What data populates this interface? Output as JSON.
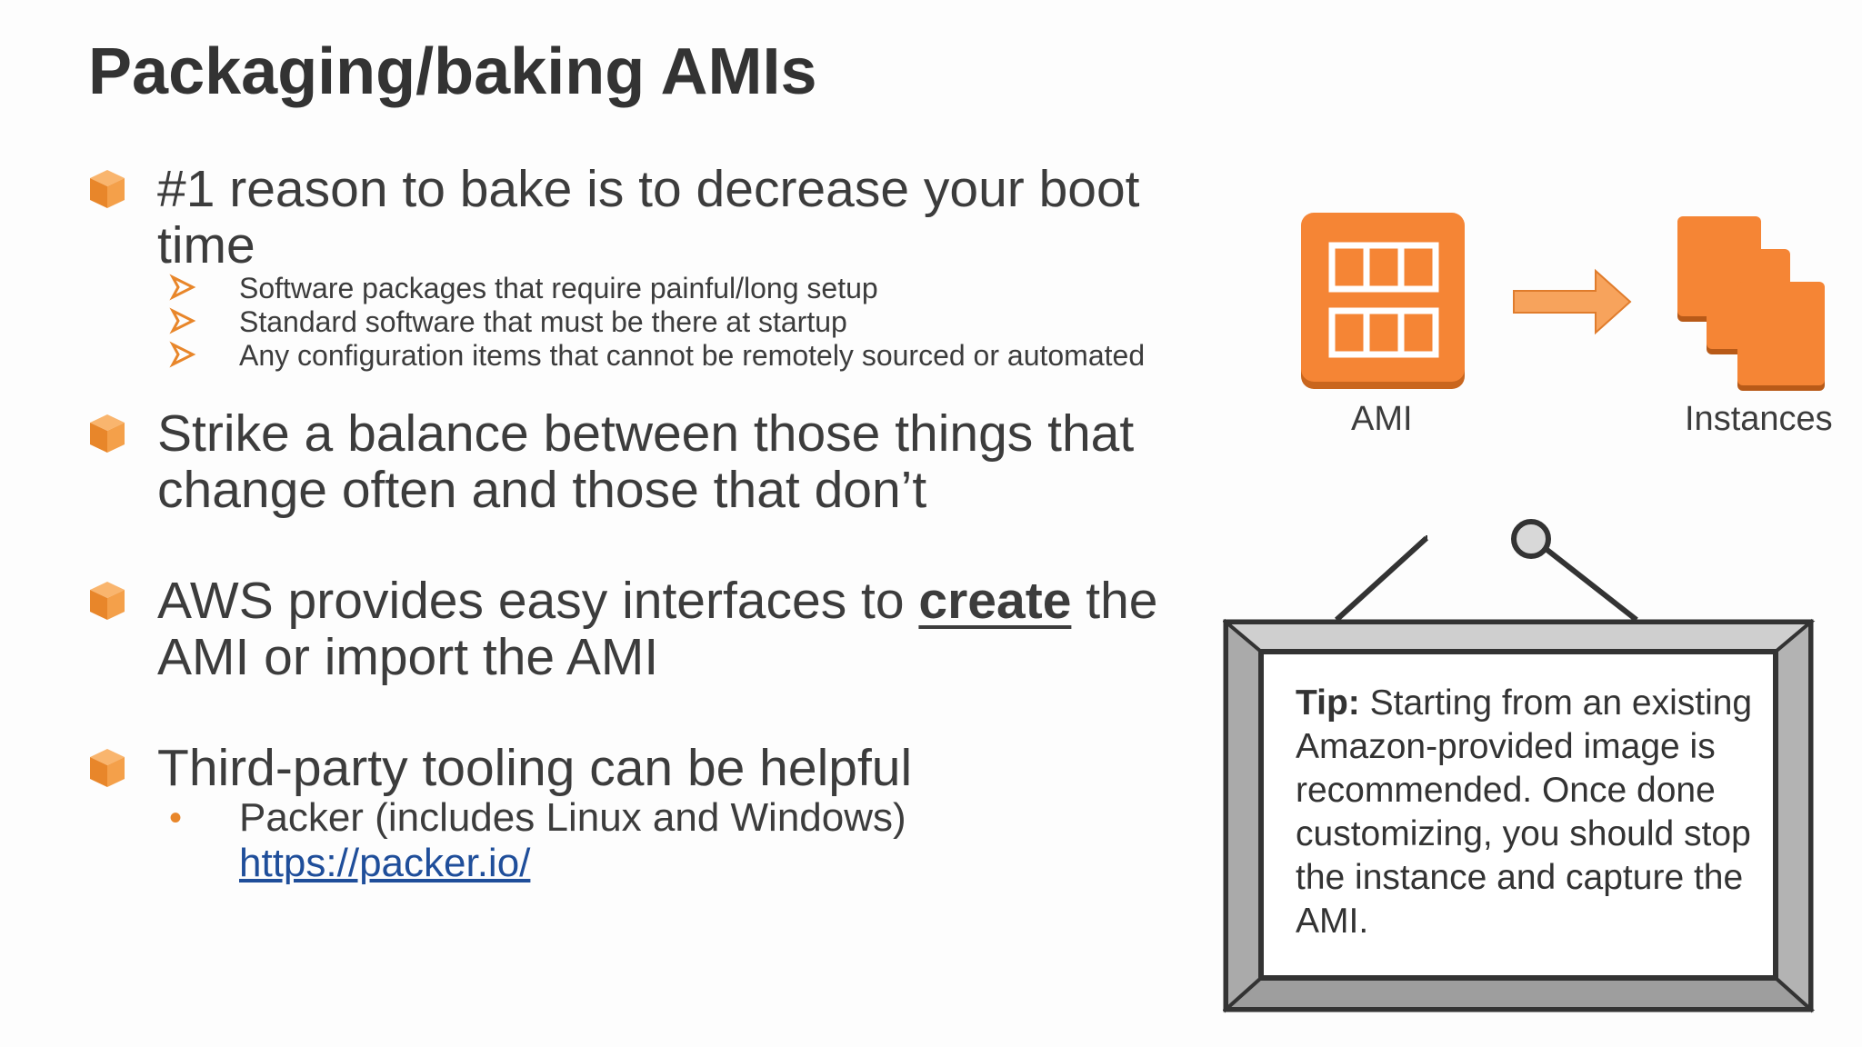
{
  "title": "Packaging/baking AMIs",
  "bullets": [
    {
      "line1": "#1 reason to bake is to decrease your boot",
      "line2": "time"
    },
    {
      "line1": "Strike a balance between those things that",
      "line2": "change often and those that don’t"
    },
    {
      "line1_pre": "AWS provides easy interfaces to ",
      "line1_bold": "create",
      "line1_post": " the",
      "line2": "AMI or import the AMI"
    },
    {
      "line1": "Third-party tooling can be helpful"
    }
  ],
  "sub_bullets": [
    "Software packages that require painful/long setup",
    "Standard software that must be there at startup",
    "Any configuration items that cannot be remotely sourced or automated"
  ],
  "packer": {
    "bullet": "•",
    "text": "Packer (includes Linux and Windows)",
    "link": "https://packer.io/"
  },
  "diagram": {
    "ami_label": "AMI",
    "instances_label": "Instances"
  },
  "tip": {
    "label": "Tip:",
    "text": " Starting from an existing Amazon-provided image is recommended. Once done customizing, you should stop the instance and capture the AMI."
  },
  "colors": {
    "aws_orange": "#f58535",
    "link_blue": "#1f4e9a",
    "frame_gray": "#b5b5b5"
  },
  "icons": [
    "cube-icon",
    "arrow-bullet-icon",
    "ami-icon",
    "right-arrow-icon",
    "instances-icon",
    "picture-frame"
  ]
}
